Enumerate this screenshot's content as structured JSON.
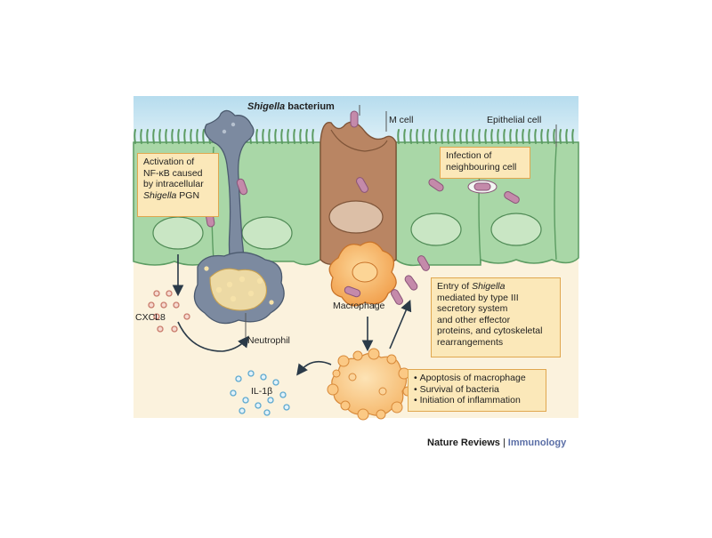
{
  "labels": {
    "bacterium_species": "Shigella",
    "bacterium_word": "bacterium",
    "m_cell": "M cell",
    "epithelial_cell": "Epithelial cell",
    "macrophage": "Macrophage",
    "neutrophil": "Neutrophil",
    "cxcl8": "CXCL8",
    "il1b": "IL-1β"
  },
  "boxes": {
    "nfkb": {
      "line1": "Activation of",
      "line2": "NF-κB caused",
      "line3": "by intracellular",
      "line4_species": "Shigella",
      "line4_rest": " PGN"
    },
    "infection": {
      "line1": "Infection of",
      "line2": "neighbouring cell"
    },
    "entry": {
      "line1_pre": "Entry of ",
      "line1_species": "Shigella",
      "line2": "mediated by type III",
      "line3": "secretory system",
      "line4": "and other effector",
      "line5": "proteins, and cytoskeletal",
      "line6": "rearrangements"
    },
    "outcomes": {
      "items": [
        "Apoptosis of macrophage",
        "Survival of bacteria",
        "Initiation of inflammation"
      ]
    }
  },
  "credit": {
    "journal": "Nature Reviews",
    "separator": "|",
    "section": "Immunology"
  },
  "colors": {
    "lumen": "#c9e6f2",
    "tissue": "#fbf2dd",
    "epithelium": "#a9d7a7",
    "epithelium_edge": "#5c9c62",
    "m_cell": "#b98563",
    "neutrophil": "#7c8aa0",
    "macrophage": "#f3a04a",
    "bacterium": "#c48aaa",
    "il1b": "#5ea9cf",
    "cxcl8": "#c97b6c"
  }
}
